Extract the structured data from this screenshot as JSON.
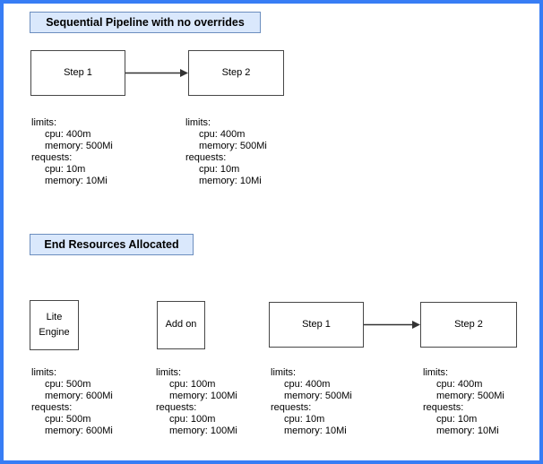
{
  "diagram": {
    "frame_color": "#377df5",
    "colors": {
      "title_fill": "#dae8fc",
      "title_border": "#6c8ebf",
      "node_border": "#474747",
      "arrow": "#333333"
    },
    "sections": [
      {
        "title": "Sequential Pipeline with no overrides",
        "nodes": [
          {
            "label": "Step 1"
          },
          {
            "label": "Step 2"
          }
        ],
        "edges": [
          {
            "from": "Step 1",
            "to": "Step 2"
          }
        ],
        "resources": [
          {
            "lines": [
              "limits:",
              "cpu: 400m",
              "memory: 500Mi",
              "requests:",
              "cpu: 10m",
              "memory: 10Mi"
            ]
          },
          {
            "lines": [
              "limits:",
              "cpu: 400m",
              "memory: 500Mi",
              "requests:",
              "cpu: 10m",
              "memory: 10Mi"
            ]
          }
        ]
      },
      {
        "title": "End Resources Allocated",
        "nodes": [
          {
            "label": "Lite Engine"
          },
          {
            "label": "Add on"
          },
          {
            "label": "Step 1"
          },
          {
            "label": "Step 2"
          }
        ],
        "edges": [
          {
            "from": "Step 1",
            "to": "Step 2"
          }
        ],
        "resources": [
          {
            "lines": [
              "limits:",
              "cpu: 500m",
              "memory: 600Mi",
              "requests:",
              "cpu: 500m",
              "memory: 600Mi"
            ]
          },
          {
            "lines": [
              "limits:",
              "cpu: 100m",
              "memory: 100Mi",
              "requests:",
              "cpu: 100m",
              "memory: 100Mi"
            ]
          },
          {
            "lines": [
              "limits:",
              "cpu: 400m",
              "memory: 500Mi",
              "requests:",
              "cpu: 10m",
              "memory: 10Mi"
            ]
          },
          {
            "lines": [
              "limits:",
              "cpu: 400m",
              "memory: 500Mi",
              "requests:",
              "cpu: 10m",
              "memory: 10Mi"
            ]
          }
        ]
      }
    ]
  }
}
